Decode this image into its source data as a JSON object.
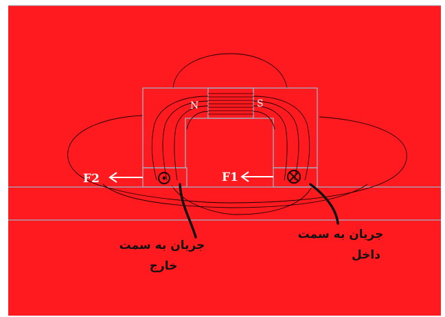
{
  "diagram": {
    "pole_north": "N",
    "pole_south": "S",
    "force_left": "F2",
    "force_right": "F1",
    "current_out_line1": "جریان به سمت",
    "current_out_line2": "خارج",
    "current_in_line1": "جریان به سمت",
    "current_in_line2": "داخل",
    "current_out_symbol": "dot-out-of-page",
    "current_in_symbol": "cross-into-page"
  },
  "colors": {
    "background": "#ff1a1f",
    "frame_line": "#9fb3c8",
    "field_line": "#1a0000",
    "label": "#ffffff"
  }
}
